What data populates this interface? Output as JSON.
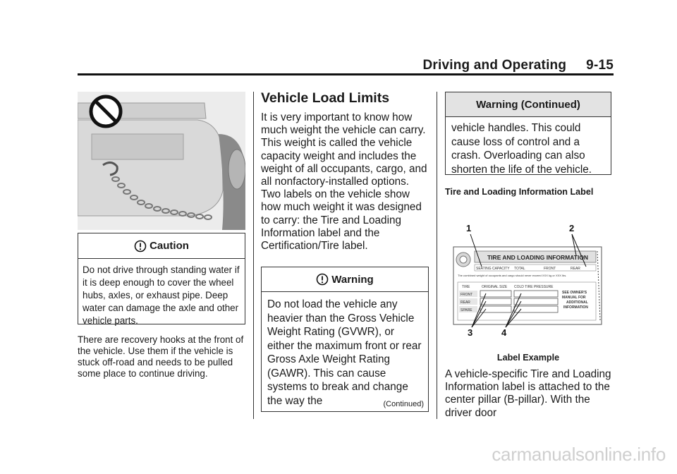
{
  "header": {
    "section": "Driving and Operating",
    "page": "9-15"
  },
  "caution": {
    "label": "Caution",
    "text": "Do not drive through standing water if it is deep enough to cover the wheel hubs, axles, or exhaust pipe. Deep water can damage the axle and other vehicle parts."
  },
  "left_paragraph": "There are recovery hooks at the front of the vehicle. Use them if the vehicle is stuck off-road and needs to be pulled some place to continue driving.",
  "section_title": "Vehicle Load Limits",
  "middle_paragraph": "It is very important to know how much weight the vehicle can carry. This weight is called the vehicle capacity weight and includes the weight of all occupants, cargo, and all nonfactory-installed options. Two labels on the vehicle show how much weight it was designed to carry: the Tire and Loading Information label and the Certification/Tire label.",
  "warning": {
    "label": "Warning",
    "text": "Do not load the vehicle any heavier than the Gross Vehicle Weight Rating (GVWR), or either the maximum front or rear Gross Axle Weight Rating (GAWR). This can cause systems to break and change the way the",
    "continued": "(Continued)"
  },
  "warning_continued": {
    "label": "Warning  (Continued)",
    "text": "vehicle handles. This could cause loss of control and a crash. Overloading can also shorten the life of the vehicle."
  },
  "label_section": {
    "heading": "Tire and Loading Information Label",
    "caption": "Label Example",
    "callouts": [
      "1",
      "2",
      "3",
      "4"
    ],
    "label_title": "TIRE AND LOADING INFORMATION",
    "row_labels": [
      "SEATING CAPACITY",
      "TOTAL",
      "FRONT",
      "REAR"
    ],
    "fine_print": "The combined weight of occupants and cargo should never exceed XXX kg or XXX lbs.",
    "col_headers": [
      "TIRE",
      "ORIGINAL SIZE",
      "COLD TIRE PRESSURE"
    ],
    "tire_rows": [
      "FRONT",
      "REAR",
      "SPARE"
    ],
    "owner_note": [
      "SEE OWNER'S",
      "MANUAL FOR",
      "ADDITIONAL",
      "INFORMATION"
    ]
  },
  "right_paragraph": "A vehicle-specific Tire and Loading Information label is attached to the center pillar (B-pillar). With the driver door",
  "watermark": "carmanualsonline.info"
}
